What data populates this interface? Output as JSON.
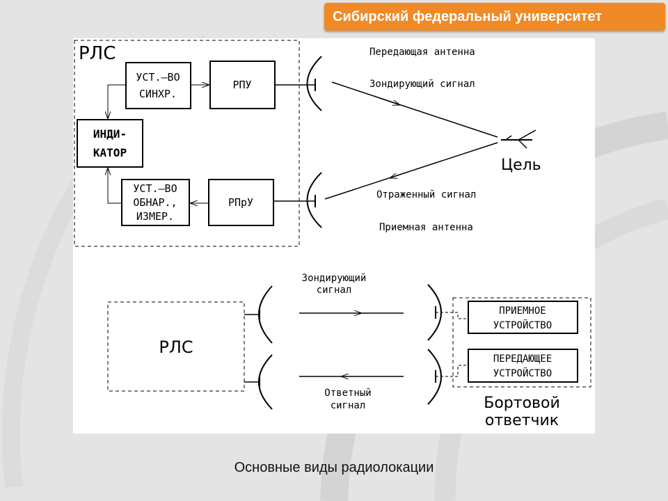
{
  "header": {
    "university": "Сибирский федеральный университет"
  },
  "colors": {
    "banner": "#f08a26",
    "background": "#e4e4e4"
  },
  "diagram": {
    "top": {
      "system_label": "РЛС",
      "sync_block": [
        "УСТ.–ВО",
        "СИНХР."
      ],
      "transmitter_block": "РПУ",
      "indicator_block": [
        "ИНДИ-",
        "КАТОР"
      ],
      "detect_block": [
        "УСТ.–ВО",
        "ОБНАР.,",
        "ИЗМЕР."
      ],
      "receiver_block": "РПрУ",
      "tx_antenna": "Передающая антенна",
      "probe_signal": "Зондирующий сигнал",
      "target": "Цель",
      "reflected_signal": "Отраженный сигнал",
      "rx_antenna": "Приемная антенна"
    },
    "bottom": {
      "system_label": "РЛС",
      "probe_signal": [
        "Зондирующий",
        "сигнал"
      ],
      "response_signal": [
        "Ответный",
        "сигнал"
      ],
      "receiver_device": [
        "ПРИЕМНОЕ",
        "УСТРОЙСТВО"
      ],
      "transmitter_device": [
        "ПЕРЕДАЮЩЕЕ",
        "УСТРОЙСТВО"
      ],
      "transponder": [
        "Бортовой",
        "ответчик"
      ]
    }
  },
  "caption": "Основные виды радиолокации"
}
